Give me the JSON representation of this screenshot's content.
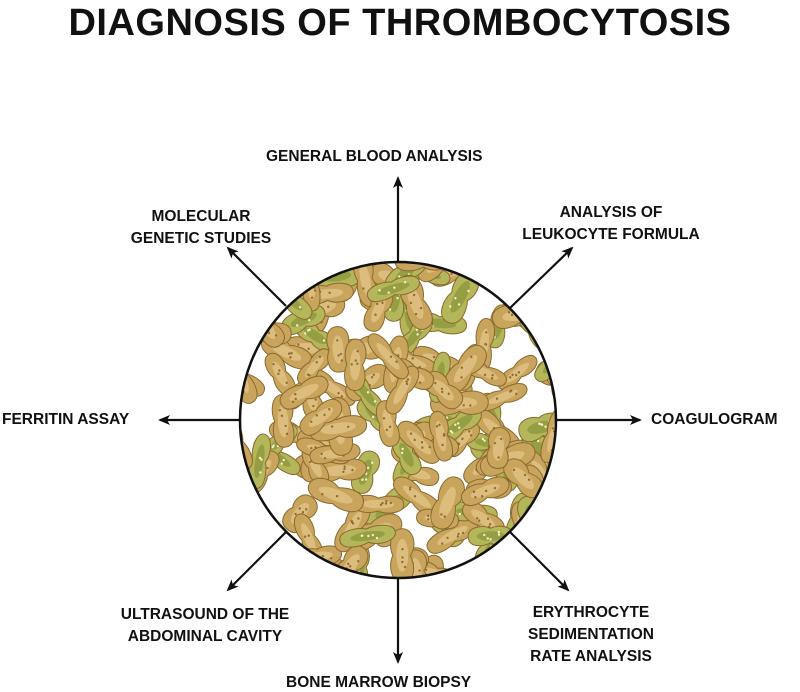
{
  "title": "DIAGNOSIS OF THROMBOCYTOSIS",
  "labels": {
    "general_blood": [
      "GENERAL BLOOD ANALYSIS"
    ],
    "leukocyte": [
      "ANALYSIS OF",
      "LEUKOCYTE FORMULA"
    ],
    "coagulogram": [
      "COAGULOGRAM"
    ],
    "esr": [
      "ERYTHROCYTE",
      "SEDIMENTATION",
      "RATE ANALYSIS"
    ],
    "bone_marrow": [
      "BONE MARROW BIOPSY"
    ],
    "ultrasound": [
      "ULTRASOUND OF THE",
      "ABDOMINAL CAVITY"
    ],
    "ferritin": [
      "FERRITIN ASSAY"
    ],
    "molecular": [
      "MOLECULAR",
      "GENETIC STUDIES"
    ]
  },
  "colors": {
    "text": "#111111",
    "platelet_tan": "#c9a45c",
    "platelet_tan_light": "#e0c283",
    "platelet_green": "#b4b65a",
    "platelet_green_dark": "#8f9a3e",
    "outline": "#8a6a2e"
  }
}
